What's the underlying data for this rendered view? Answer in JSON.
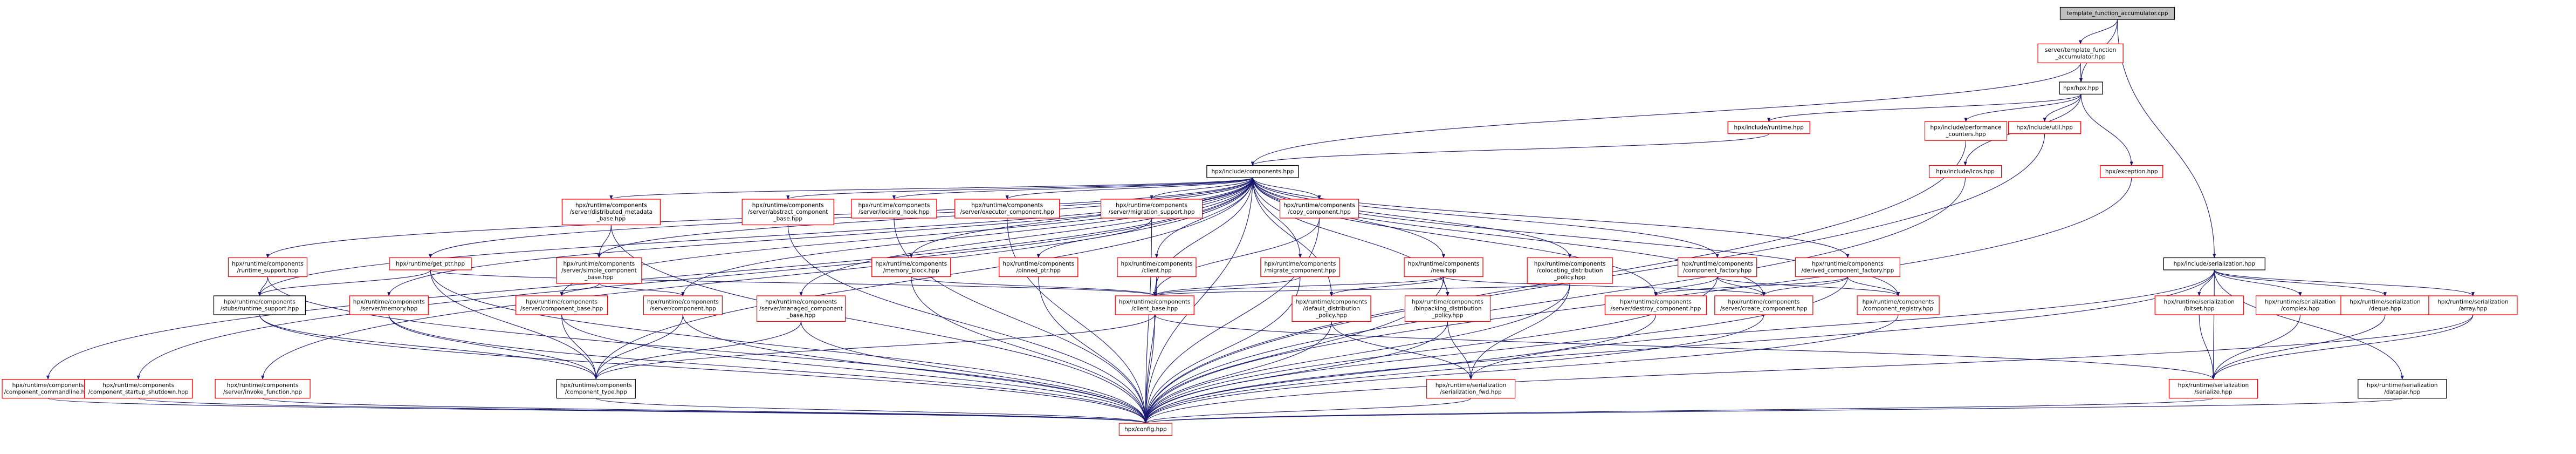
{
  "colors": {
    "root_fill": "#bfbfbf",
    "node_fill": "#ffffff",
    "documented_border": "#000000",
    "undocumented_border": "#ff0000",
    "edge": "#191970",
    "text": "#000000"
  },
  "nodes": [
    {
      "id": "root",
      "lines": [
        "template_function_accumulator.cpp"
      ],
      "style": "root"
    },
    {
      "id": "stfa",
      "lines": [
        "server/template_function",
        "_accumulator.hpp"
      ],
      "style": "red"
    },
    {
      "id": "hpx",
      "lines": [
        "hpx/hpx.hpp"
      ],
      "style": "black"
    },
    {
      "id": "runtime",
      "lines": [
        "hpx/include/runtime.hpp"
      ],
      "style": "red"
    },
    {
      "id": "perfctr",
      "lines": [
        "hpx/include/performance",
        "_counters.hpp"
      ],
      "style": "red"
    },
    {
      "id": "util",
      "lines": [
        "hpx/include/util.hpp"
      ],
      "style": "red"
    },
    {
      "id": "exception",
      "lines": [
        "hpx/exception.hpp"
      ],
      "style": "red"
    },
    {
      "id": "lcos",
      "lines": [
        "hpx/include/lcos.hpp"
      ],
      "style": "red"
    },
    {
      "id": "components",
      "lines": [
        "hpx/include/components.hpp"
      ],
      "style": "black"
    },
    {
      "id": "serialization",
      "lines": [
        "hpx/include/serialization.hpp"
      ],
      "style": "black"
    },
    {
      "id": "dmb",
      "lines": [
        "hpx/runtime/components",
        "/server/distributed_metadata",
        "_base.hpp"
      ],
      "style": "red"
    },
    {
      "id": "abstract",
      "lines": [
        "hpx/runtime/components",
        "/server/abstract_component",
        "_base.hpp"
      ],
      "style": "red"
    },
    {
      "id": "locking",
      "lines": [
        "hpx/runtime/components",
        "/server/locking_hook.hpp"
      ],
      "style": "red"
    },
    {
      "id": "executor",
      "lines": [
        "hpx/runtime/components",
        "/server/executor_component.hpp"
      ],
      "style": "red"
    },
    {
      "id": "migration",
      "lines": [
        "hpx/runtime/components",
        "/server/migration_support.hpp"
      ],
      "style": "red"
    },
    {
      "id": "copy",
      "lines": [
        "hpx/runtime/components",
        "/copy_component.hpp"
      ],
      "style": "red"
    },
    {
      "id": "rtsupport",
      "lines": [
        "hpx/runtime/components",
        "/runtime_support.hpp"
      ],
      "style": "red"
    },
    {
      "id": "getptr",
      "lines": [
        "hpx/runtime/get_ptr.hpp"
      ],
      "style": "red"
    },
    {
      "id": "stcb",
      "lines": [
        "hpx/runtime/components",
        "/server/simple_component",
        "_base.hpp"
      ],
      "style": "red"
    },
    {
      "id": "memblock",
      "lines": [
        "hpx/runtime/components",
        "/memory_block.hpp"
      ],
      "style": "red"
    },
    {
      "id": "pinned",
      "lines": [
        "hpx/runtime/components",
        "/pinned_ptr.hpp"
      ],
      "style": "red"
    },
    {
      "id": "client",
      "lines": [
        "hpx/runtime/components",
        "/client.hpp"
      ],
      "style": "red"
    },
    {
      "id": "migrate",
      "lines": [
        "hpx/runtime/components",
        "/migrate_component.hpp"
      ],
      "style": "red"
    },
    {
      "id": "new",
      "lines": [
        "hpx/runtime/components",
        "/new.hpp"
      ],
      "style": "red"
    },
    {
      "id": "colocating",
      "lines": [
        "hpx/runtime/components",
        "/colocating_distribution",
        "_policy.hpp"
      ],
      "style": "red"
    },
    {
      "id": "compfactory",
      "lines": [
        "hpx/runtime/components",
        "/component_factory.hpp"
      ],
      "style": "red"
    },
    {
      "id": "derivedfactory",
      "lines": [
        "hpx/runtime/components",
        "/derived_component_factory.hpp"
      ],
      "style": "red"
    },
    {
      "id": "stubs",
      "lines": [
        "hpx/runtime/components",
        "/stubs/runtime_support.hpp"
      ],
      "style": "black"
    },
    {
      "id": "srvmemory",
      "lines": [
        "hpx/runtime/components",
        "/server/memory.hpp"
      ],
      "style": "red"
    },
    {
      "id": "srvcompbase",
      "lines": [
        "hpx/runtime/components",
        "/server/component_base.hpp"
      ],
      "style": "red"
    },
    {
      "id": "srvcomp",
      "lines": [
        "hpx/runtime/components",
        "/server/component.hpp"
      ],
      "style": "red"
    },
    {
      "id": "managed",
      "lines": [
        "hpx/runtime/components",
        "/server/managed_component",
        "_base.hpp"
      ],
      "style": "red"
    },
    {
      "id": "clientbase",
      "lines": [
        "hpx/runtime/components",
        "/client_base.hpp"
      ],
      "style": "red"
    },
    {
      "id": "defaultdist",
      "lines": [
        "hpx/runtime/components",
        "/default_distribution",
        "_policy.hpp"
      ],
      "style": "red"
    },
    {
      "id": "binpacking",
      "lines": [
        "hpx/runtime/components",
        "/binpacking_distribution",
        "_policy.hpp"
      ],
      "style": "red"
    },
    {
      "id": "destroy",
      "lines": [
        "hpx/runtime/components",
        "/server/destroy_component.hpp"
      ],
      "style": "red"
    },
    {
      "id": "create",
      "lines": [
        "hpx/runtime/components",
        "/server/create_component.hpp"
      ],
      "style": "red"
    },
    {
      "id": "registry",
      "lines": [
        "hpx/runtime/components",
        "/component_registry.hpp"
      ],
      "style": "red"
    },
    {
      "id": "bitset",
      "lines": [
        "hpx/runtime/serialization",
        "/bitset.hpp"
      ],
      "style": "red"
    },
    {
      "id": "complex",
      "lines": [
        "hpx/runtime/serialization",
        "/complex.hpp"
      ],
      "style": "red"
    },
    {
      "id": "deque",
      "lines": [
        "hpx/runtime/serialization",
        "/deque.hpp"
      ],
      "style": "red"
    },
    {
      "id": "array",
      "lines": [
        "hpx/runtime/serialization",
        "/array.hpp"
      ],
      "style": "red"
    },
    {
      "id": "cmdline",
      "lines": [
        "hpx/runtime/components",
        "/component_commandline.hpp"
      ],
      "style": "red"
    },
    {
      "id": "startup",
      "lines": [
        "hpx/runtime/components",
        "/component_startup_shutdown.hpp"
      ],
      "style": "red"
    },
    {
      "id": "invoke",
      "lines": [
        "hpx/runtime/components",
        "/server/invoke_function.hpp"
      ],
      "style": "red"
    },
    {
      "id": "comptype",
      "lines": [
        "hpx/runtime/components",
        "/component_type.hpp"
      ],
      "style": "black"
    },
    {
      "id": "serfwd",
      "lines": [
        "hpx/runtime/serialization",
        "/serialization_fwd.hpp"
      ],
      "style": "red"
    },
    {
      "id": "serialize",
      "lines": [
        "hpx/runtime/serialization",
        "/serialize.hpp"
      ],
      "style": "red"
    },
    {
      "id": "datapar",
      "lines": [
        "hpx/runtime/serialization",
        "/datapar.hpp"
      ],
      "style": "black"
    },
    {
      "id": "config",
      "lines": [
        "hpx/config.hpp"
      ],
      "style": "red"
    }
  ],
  "edges": [
    [
      "root",
      "stfa"
    ],
    [
      "root",
      "hpx"
    ],
    [
      "root",
      "serialization"
    ],
    [
      "stfa",
      "hpx"
    ],
    [
      "stfa",
      "components"
    ],
    [
      "hpx",
      "runtime"
    ],
    [
      "hpx",
      "lcos"
    ],
    [
      "hpx",
      "perfctr"
    ],
    [
      "hpx",
      "util"
    ],
    [
      "hpx",
      "exception"
    ],
    [
      "runtime",
      "components"
    ],
    [
      "perfctr",
      "config"
    ],
    [
      "util",
      "config"
    ],
    [
      "exception",
      "config"
    ],
    [
      "lcos",
      "config"
    ],
    [
      "components",
      "rtsupport"
    ],
    [
      "components",
      "getptr"
    ],
    [
      "components",
      "dmb"
    ],
    [
      "components",
      "abstract"
    ],
    [
      "components",
      "locking"
    ],
    [
      "components",
      "executor"
    ],
    [
      "components",
      "migration"
    ],
    [
      "components",
      "copy"
    ],
    [
      "components",
      "memblock"
    ],
    [
      "components",
      "client"
    ],
    [
      "components",
      "migrate"
    ],
    [
      "components",
      "new"
    ],
    [
      "components",
      "colocating"
    ],
    [
      "components",
      "compfactory"
    ],
    [
      "components",
      "derivedfactory"
    ],
    [
      "components",
      "stubs"
    ],
    [
      "components",
      "srvmemory"
    ],
    [
      "components",
      "srvcompbase"
    ],
    [
      "components",
      "srvcomp"
    ],
    [
      "components",
      "managed"
    ],
    [
      "components",
      "clientbase"
    ],
    [
      "components",
      "defaultdist"
    ],
    [
      "components",
      "binpacking"
    ],
    [
      "components",
      "destroy"
    ],
    [
      "components",
      "create"
    ],
    [
      "components",
      "registry"
    ],
    [
      "components",
      "cmdline"
    ],
    [
      "components",
      "startup"
    ],
    [
      "components",
      "invoke"
    ],
    [
      "components",
      "comptype"
    ],
    [
      "components",
      "config"
    ],
    [
      "components",
      "stcb"
    ],
    [
      "dmb",
      "stcb"
    ],
    [
      "dmb",
      "config"
    ],
    [
      "stcb",
      "srvcompbase"
    ],
    [
      "stcb",
      "srvcomp"
    ],
    [
      "abstract",
      "config"
    ],
    [
      "locking",
      "config"
    ],
    [
      "executor",
      "config"
    ],
    [
      "migration",
      "pinned"
    ],
    [
      "migration",
      "config"
    ],
    [
      "copy",
      "clientbase"
    ],
    [
      "copy",
      "config"
    ],
    [
      "rtsupport",
      "stubs"
    ],
    [
      "rtsupport",
      "config"
    ],
    [
      "getptr",
      "stubs"
    ],
    [
      "getptr",
      "comptype"
    ],
    [
      "getptr",
      "clientbase"
    ],
    [
      "getptr",
      "config"
    ],
    [
      "memblock",
      "clientbase"
    ],
    [
      "memblock",
      "config"
    ],
    [
      "pinned",
      "config"
    ],
    [
      "client",
      "clientbase"
    ],
    [
      "client",
      "config"
    ],
    [
      "migrate",
      "clientbase"
    ],
    [
      "migrate",
      "config"
    ],
    [
      "new",
      "clientbase"
    ],
    [
      "new",
      "defaultdist"
    ],
    [
      "new",
      "binpacking"
    ],
    [
      "new",
      "create"
    ],
    [
      "new",
      "config"
    ],
    [
      "colocating",
      "clientbase"
    ],
    [
      "colocating",
      "serfwd"
    ],
    [
      "colocating",
      "config"
    ],
    [
      "compfactory",
      "destroy"
    ],
    [
      "compfactory",
      "create"
    ],
    [
      "compfactory",
      "registry"
    ],
    [
      "compfactory",
      "config"
    ],
    [
      "derivedfactory",
      "destroy"
    ],
    [
      "derivedfactory",
      "create"
    ],
    [
      "derivedfactory",
      "registry"
    ],
    [
      "derivedfactory",
      "config"
    ],
    [
      "stubs",
      "comptype"
    ],
    [
      "stubs",
      "config"
    ],
    [
      "srvmemory",
      "comptype"
    ],
    [
      "srvmemory",
      "config"
    ],
    [
      "srvcompbase",
      "comptype"
    ],
    [
      "srvcompbase",
      "config"
    ],
    [
      "srvcomp",
      "comptype"
    ],
    [
      "srvcomp",
      "config"
    ],
    [
      "managed",
      "comptype"
    ],
    [
      "managed",
      "config"
    ],
    [
      "clientbase",
      "comptype"
    ],
    [
      "clientbase",
      "serialize"
    ],
    [
      "clientbase",
      "config"
    ],
    [
      "defaultdist",
      "serfwd"
    ],
    [
      "defaultdist",
      "config"
    ],
    [
      "binpacking",
      "serfwd"
    ],
    [
      "binpacking",
      "config"
    ],
    [
      "destroy",
      "config"
    ],
    [
      "create",
      "config"
    ],
    [
      "registry",
      "config"
    ],
    [
      "cmdline",
      "config"
    ],
    [
      "startup",
      "config"
    ],
    [
      "invoke",
      "config"
    ],
    [
      "comptype",
      "config"
    ],
    [
      "serialization",
      "bitset"
    ],
    [
      "serialization",
      "complex"
    ],
    [
      "serialization",
      "deque"
    ],
    [
      "serialization",
      "array"
    ],
    [
      "serialization",
      "datapar"
    ],
    [
      "serialization",
      "serialize"
    ],
    [
      "serialization",
      "serfwd"
    ],
    [
      "serialization",
      "config"
    ],
    [
      "bitset",
      "serialize"
    ],
    [
      "complex",
      "serialize"
    ],
    [
      "deque",
      "serialize"
    ],
    [
      "array",
      "serialize"
    ],
    [
      "array",
      "config"
    ],
    [
      "serfwd",
      "config"
    ],
    [
      "serialize",
      "config"
    ],
    [
      "datapar",
      "config"
    ]
  ]
}
